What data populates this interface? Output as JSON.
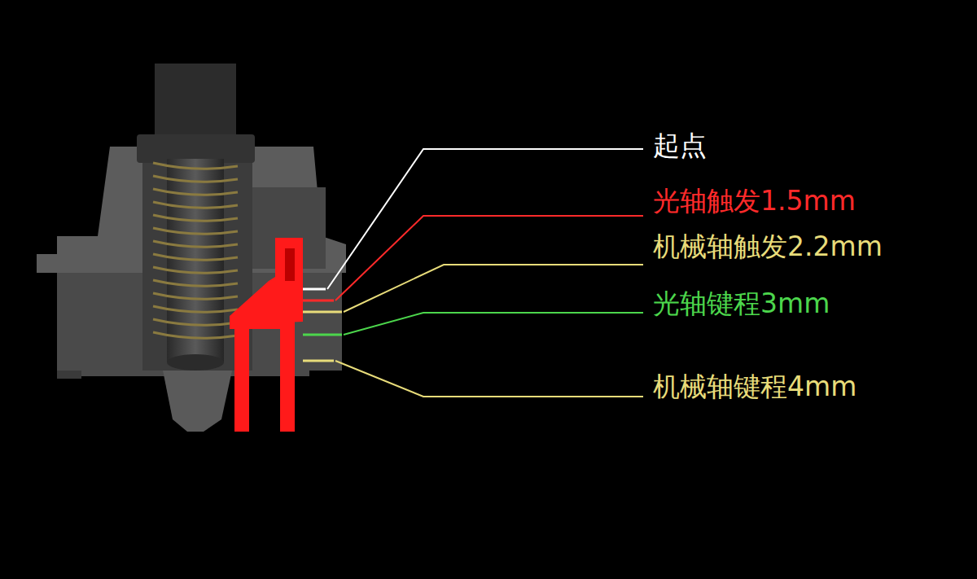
{
  "diagram": {
    "labels": [
      "起点",
      "光轴触发1.5mm",
      "机械轴触发2.2mm",
      "光轴键程3mm",
      "机械轴键程4mm"
    ]
  }
}
